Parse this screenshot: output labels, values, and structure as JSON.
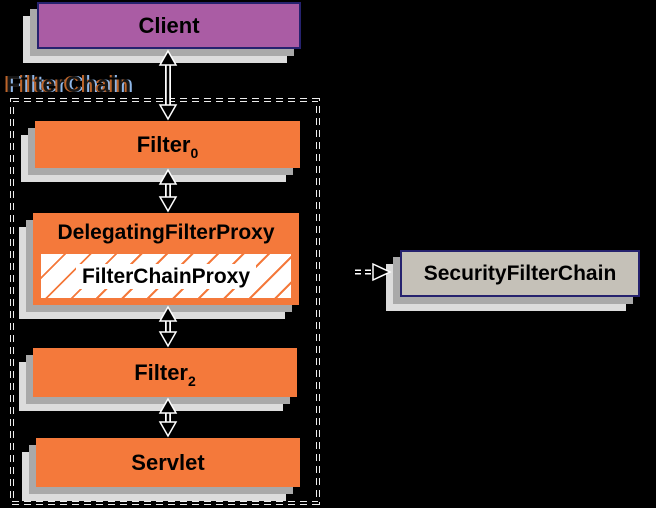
{
  "diagram": {
    "container": {
      "label": "FilterChain"
    },
    "nodes": {
      "client": {
        "label": "Client",
        "fill": "#AA5CA4",
        "border": "#26226E"
      },
      "filter0": {
        "label": "Filter",
        "sub": "0",
        "fill": "#F4793B"
      },
      "delegating_filter_proxy": {
        "label": "DelegatingFilterProxy",
        "fill": "#F4793B"
      },
      "filter_chain_proxy": {
        "label": "FilterChainProxy",
        "fill": "#FFFFFF",
        "hatch": "#F4793B"
      },
      "filter2": {
        "label": "Filter",
        "sub": "2",
        "fill": "#F4793B"
      },
      "servlet": {
        "label": "Servlet",
        "fill": "#F4793B"
      },
      "security_filter_chain": {
        "label": "SecurityFilterChain",
        "fill": "#C5C1B8",
        "border": "#26226E"
      }
    },
    "edges": [
      {
        "from": "client",
        "to": "filter0",
        "type": "double-arrow"
      },
      {
        "from": "filter0",
        "to": "delegating_filter_proxy",
        "type": "double-arrow"
      },
      {
        "from": "delegating_filter_proxy",
        "to": "filter2",
        "type": "double-arrow"
      },
      {
        "from": "filter2",
        "to": "servlet",
        "type": "double-arrow"
      },
      {
        "from": "filter_chain_proxy",
        "to": "security_filter_chain",
        "type": "dashed-arrow"
      }
    ],
    "colors": {
      "background": "#000000",
      "orange_fill": "#F4793B",
      "purple_fill": "#AA5CA4",
      "navy_border": "#26226E",
      "gray_fill": "#C5C1B8",
      "shadow_mid": "#A9A9A9",
      "shadow_light": "#DCDCDC",
      "dash_outline": "#EDEDED",
      "label_fringe_orange": "#BD652A",
      "label_fringe_blue": "#8FB7E8"
    }
  }
}
